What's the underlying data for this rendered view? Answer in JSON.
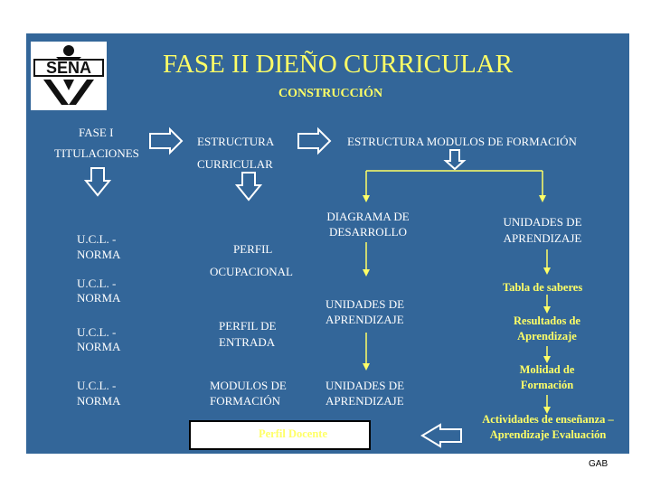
{
  "logo": {
    "text": "SENA"
  },
  "title": "FASE II DIEÑO CURRICULAR",
  "subtitle": "CONSTRUCCIÓN",
  "col1": {
    "fase": "FASE I",
    "titulaciones": "TITULACIONES",
    "ucl": [
      {
        "a": "U.C.L. -",
        "b": "NORMA"
      },
      {
        "a": "U.C.L. -",
        "b": "NORMA"
      },
      {
        "a": "U.C.L. -",
        "b": "NORMA"
      },
      {
        "a": "U.C.L. -",
        "b": "NORMA"
      }
    ]
  },
  "col2": {
    "estructura": "ESTRUCTURA",
    "curricular": "CURRICULAR",
    "perfil": "PERFIL",
    "ocupacional": "OCUPACIONAL",
    "perfil_de": "PERFIL DE",
    "entrada": "ENTRADA",
    "modulos": "MODULOS DE",
    "formacion": "FORMACIÓN"
  },
  "col3": {
    "header": "ESTRUCTURA MODULOS DE FORMACIÓN",
    "diagrama_1": "DIAGRAMA DE",
    "diagrama_2": "DESARROLLO",
    "ua1_1": "UNIDADES DE",
    "ua1_2": "APRENDIZAJE",
    "ua2_1": "UNIDADES DE",
    "ua2_2": "APRENDIZAJE",
    "perfil_docente": "Perfil  Docente"
  },
  "col4": {
    "ua_1": "UNIDADES DE",
    "ua_2": "APRENDIZAJE",
    "tabla": "Tabla de saberes",
    "resultados_1": "Resultados de",
    "resultados_2": "Aprendizaje",
    "molidad_1": "Molidad de",
    "molidad_2": "Formación",
    "actividades_1": "Actividades de enseñanza –",
    "actividades_2": "Aprendizaje Evaluación"
  },
  "footer": "GAB",
  "colors": {
    "background": "#336699",
    "title": "#ffff66",
    "text": "#ffffff",
    "connector": "#ffff66"
  }
}
